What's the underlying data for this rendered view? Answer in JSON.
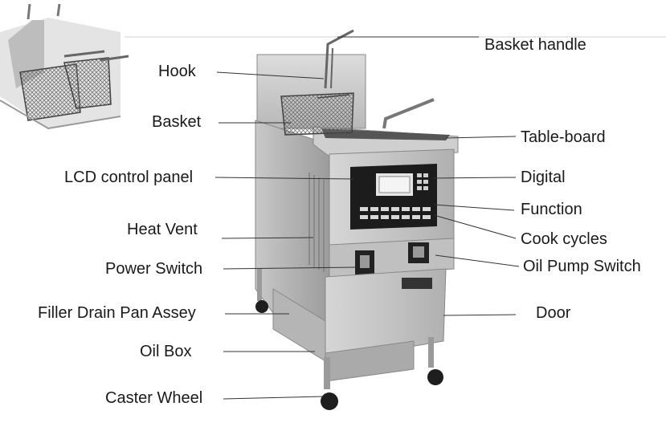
{
  "labels": {
    "basket_handle": "Basket handle",
    "hook": "Hook",
    "basket": "Basket",
    "table_board": "Table-board",
    "lcd_control_panel": "LCD control panel",
    "digital": "Digital",
    "function": "Function",
    "heat_vent": "Heat Vent",
    "cook_cycles": "Cook cycles",
    "power_switch": "Power Switch",
    "oil_pump_switch": "Oil Pump Switch",
    "filler_drain_pan_assey": "Filler Drain Pan Assey",
    "door": "Door",
    "oil_box": "Oil Box",
    "caster_wheel": "Caster Wheel"
  },
  "colors": {
    "steel_light": "#d9d9d9",
    "steel_mid": "#b3b3b3",
    "steel_dark": "#8c8c8c",
    "panel_black": "#1c1c1c",
    "screen": "#e6e6e6",
    "leader_line": "#333333"
  }
}
